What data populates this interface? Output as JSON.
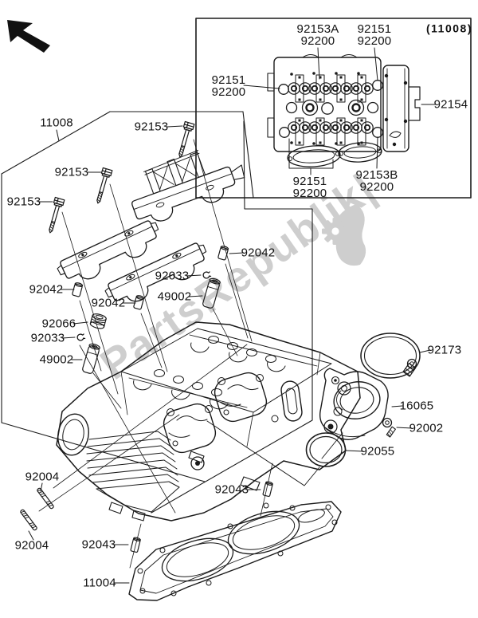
{
  "figure": {
    "type": "exploded-parts-diagram",
    "subject": "cylinder-head",
    "corner_reference": "(11008)"
  },
  "colors": {
    "line": "#1a1a1a",
    "watermark": "#c6c6c6",
    "background": "#ffffff"
  },
  "watermark": {
    "text": "PartsRepublik|"
  },
  "callouts": [
    {
      "name": "inset-92153A",
      "l1": "92153A",
      "l2": "92200"
    },
    {
      "name": "inset-92151-top",
      "l1": "92151",
      "l2": "92200"
    },
    {
      "name": "corner-ref",
      "l1": "(11008)",
      "l2": ""
    },
    {
      "name": "inset-92151-left",
      "l1": "92151",
      "l2": "92200"
    },
    {
      "name": "inset-92154",
      "l1": "92154",
      "l2": ""
    },
    {
      "name": "inset-92151-bottom",
      "l1": "92151",
      "l2": "92200"
    },
    {
      "name": "inset-92153B",
      "l1": "92153B",
      "l2": "92200"
    },
    {
      "name": "head-11008",
      "l1": "11008",
      "l2": ""
    },
    {
      "name": "bolt-92153-a",
      "l1": "92153",
      "l2": ""
    },
    {
      "name": "bolt-92153-b",
      "l1": "92153",
      "l2": ""
    },
    {
      "name": "bolt-92153-c",
      "l1": "92153",
      "l2": ""
    },
    {
      "name": "sleeve-92042-right",
      "l1": "92042",
      "l2": ""
    },
    {
      "name": "clip-92033-right",
      "l1": "92033",
      "l2": ""
    },
    {
      "name": "tappet-49002-right",
      "l1": "49002",
      "l2": ""
    },
    {
      "name": "sleeve-92042-left",
      "l1": "92042",
      "l2": ""
    },
    {
      "name": "sleeve-92042-mid",
      "l1": "92042",
      "l2": ""
    },
    {
      "name": "cap-92066",
      "l1": "92066",
      "l2": ""
    },
    {
      "name": "clip-92033-left",
      "l1": "92033",
      "l2": ""
    },
    {
      "name": "tappet-49002-left",
      "l1": "49002",
      "l2": ""
    },
    {
      "name": "clamp-92173",
      "l1": "92173",
      "l2": ""
    },
    {
      "name": "holder-16065",
      "l1": "16065",
      "l2": ""
    },
    {
      "name": "bolt-92002",
      "l1": "92002",
      "l2": ""
    },
    {
      "name": "oring-92055",
      "l1": "92055",
      "l2": ""
    },
    {
      "name": "stud-92004-top",
      "l1": "92004",
      "l2": ""
    },
    {
      "name": "stud-92004-bottom",
      "l1": "92004",
      "l2": ""
    },
    {
      "name": "dowel-92043-right",
      "l1": "92043",
      "l2": ""
    },
    {
      "name": "dowel-92043-left",
      "l1": "92043",
      "l2": ""
    },
    {
      "name": "gasket-11004",
      "l1": "11004",
      "l2": ""
    }
  ]
}
